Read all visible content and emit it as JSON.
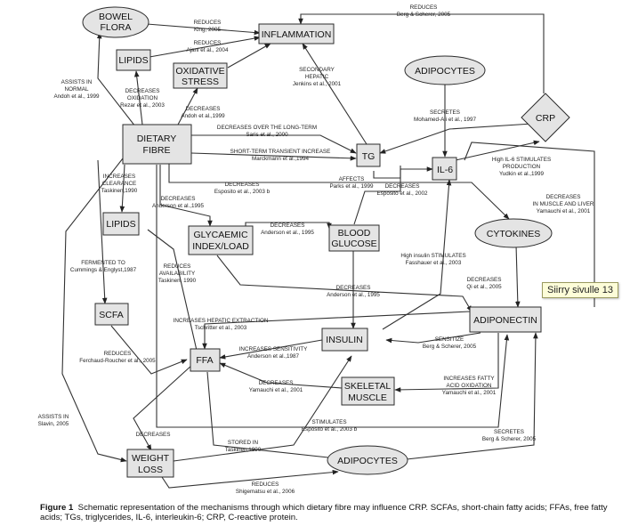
{
  "nodes": {
    "bowel_flora": [
      "BOWEL",
      "FLORA"
    ],
    "inflammation": [
      "INFLAMMATION"
    ],
    "lipids_top": [
      "LIPIDS"
    ],
    "oxidative_stress": [
      "OXIDATIVE",
      "STRESS"
    ],
    "adipocytes_top": [
      "ADIPOCYTES"
    ],
    "crp": [
      "CRP"
    ],
    "dietary_fibre": [
      "DIETARY",
      "FIBRE"
    ],
    "tg": [
      "TG"
    ],
    "il6": [
      "IL-6"
    ],
    "lipids_mid": [
      "LIPIDS"
    ],
    "glycaemic": [
      "GLYCAEMIC",
      "INDEX/LOAD"
    ],
    "blood_glucose": [
      "BLOOD",
      "GLUCOSE"
    ],
    "cytokines": [
      "CYTOKINES"
    ],
    "scfa": [
      "SCFA"
    ],
    "adiponectin": [
      "ADIPONECTIN"
    ],
    "insulin": [
      "INSULIN"
    ],
    "ffa": [
      "FFA"
    ],
    "skeletal_muscle": [
      "SKELETAL",
      "MUSCLE"
    ],
    "weight_loss": [
      "WEIGHT",
      "LOSS"
    ],
    "adipocytes_bottom": [
      "ADIPOCYTES"
    ]
  },
  "labels": {
    "l01": [
      "REDUCES",
      "King, 2005"
    ],
    "l02": [
      "REDUCES",
      "Berg & Scherer, 2005"
    ],
    "l03": [
      "REDUCES",
      "Ajani et al., 2004"
    ],
    "l04": [
      "ASSISTS IN",
      "NORMAL",
      "Andoh et al., 1999"
    ],
    "l05": [
      "DECREASES",
      "OXIDATION",
      "Rezar et al., 2003"
    ],
    "l06": [
      "DECREASES",
      "Andoh et al.,1999"
    ],
    "l07": [
      "SECONDARY",
      "HEPATIC",
      "Jenkins et al., 2001"
    ],
    "l08": [
      "SECRETES",
      "Mohamed-Ali et al., 1997"
    ],
    "l09": [
      "DECREASES OVER THE LONG-TERM",
      "Saris et al., 2000"
    ],
    "l10": [
      "SHORT-TERM TRANSIENT INCREASE",
      "Marckmann et al.,1994"
    ],
    "l11": [
      "INCREASES",
      "CLEARANCE",
      "Taskinen,1990"
    ],
    "l12": [
      "DECREASES",
      "Esposito et al., 2003 b"
    ],
    "l13": [
      "AFFECTS",
      "Parks et al., 1999"
    ],
    "l14": [
      "DECREASES",
      "Esposito et al., 2002"
    ],
    "l15": [
      "High IL-6 STIMULATES",
      "PRODUCTION",
      "Yudkin et al.,1999"
    ],
    "l16": [
      "DECREASES",
      "IN MUSCLE AND LIVER",
      "Yamauchi et al., 2001"
    ],
    "l17": [
      "DECREASES",
      "Anderson et al.,1995"
    ],
    "l18": [
      "DECREASES",
      "Anderson et al., 1995"
    ],
    "l19": [
      "FERMENTED TO",
      "Cummings & Englyst,1987"
    ],
    "l20": [
      "REDUCES",
      "AVAILABILITY",
      "Taskinen, 1990"
    ],
    "l21": [
      "High insulin STIMULATES",
      "Fasshauer et al., 2003"
    ],
    "l22": [
      "DECREASES",
      "Qi et al., 2005"
    ],
    "l23": [
      "DECREASES",
      "Anderson et al., 1995"
    ],
    "l24": [
      "INCREASES HEPATIC EXTRACTION",
      "Tschritter et al., 2003"
    ],
    "l25": [
      "REDUCES",
      "Ferchaud-Roucher et al., 2005"
    ],
    "l26": [
      "INCREASES SENSITIVITY",
      "Anderson et al.,1987"
    ],
    "l27": [
      "SENSITIZE",
      "Berg & Scherer, 2005"
    ],
    "l28": [
      "DECREASES",
      "Yamauchi et al., 2001"
    ],
    "l29": [
      "INCREASES FATTY",
      "ACID OXIDATION",
      "Yamauchi et al., 2001"
    ],
    "l30": [
      "ASSISTS IN",
      "Slavin, 2005"
    ],
    "l31": [
      "STIMULATES",
      "Esposito et al., 2003 b"
    ],
    "l32": [
      "DECREASES"
    ],
    "l33": [
      "SECRETES",
      "Berg & Scherer, 2005"
    ],
    "l34": [
      "STORED IN",
      "Taskinen,1990"
    ],
    "l35": [
      "REDUCES",
      "Shigematsu et al., 2006"
    ]
  },
  "tooltip": "Siirry sivulle 13",
  "caption": {
    "label": "Figure 1",
    "text": "Schematic representation of the mechanisms through which dietary fibre may influence CRP. SCFAs, short-chain fatty acids; FFAs, free fatty acids; TGs, triglycerides, IL-6, interleukin-6; CRP, C-reactive protein."
  }
}
